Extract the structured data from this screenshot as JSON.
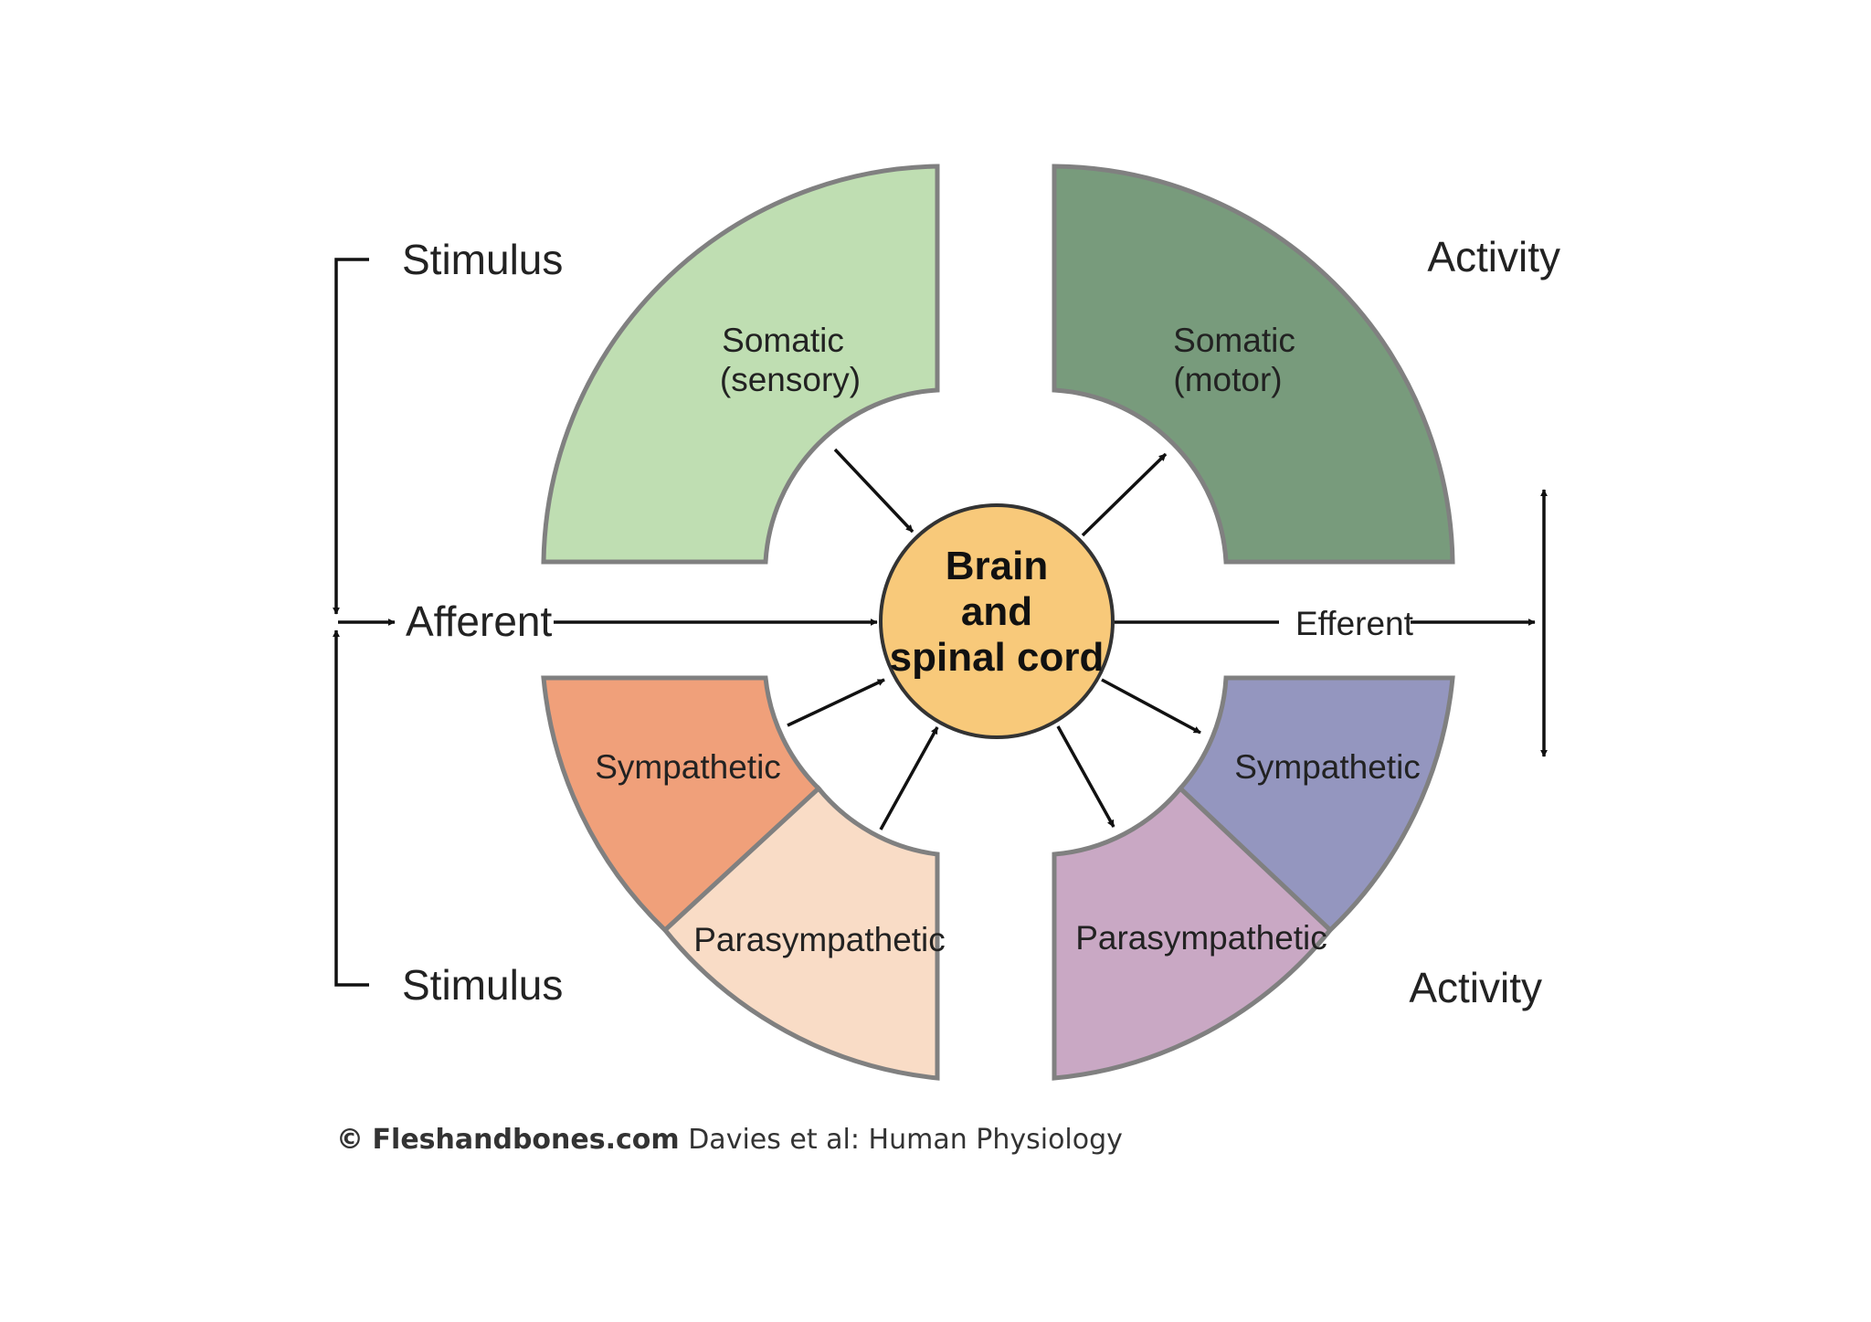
{
  "center": {
    "line1": "Brain",
    "line2": "and",
    "line3": "spinal cord"
  },
  "segments": {
    "afferent_somatic": {
      "line1": "Somatic",
      "line2": "(sensory)"
    },
    "efferent_somatic": {
      "line1": "Somatic",
      "line2": "(motor)"
    },
    "afferent_sympathetic": "Sympathetic",
    "afferent_parasympathetic": "Parasympathetic",
    "efferent_sympathetic": "Sympathetic",
    "efferent_parasympathetic": "Parasympathetic"
  },
  "labels": {
    "stimulus_top": "Stimulus",
    "stimulus_bottom": "Stimulus",
    "activity_top": "Activity",
    "activity_bottom": "Activity",
    "afferent": "Afferent",
    "efferent": "Efferent"
  },
  "credit": {
    "symbol": "©",
    "site": "Fleshandbones.com",
    "source": "Davies et al: Human Physiology"
  },
  "colors": {
    "somatic_sensory": "#bfdeb2",
    "somatic_motor": "#789b7c",
    "sympathetic_afferent": "#f0a07a",
    "parasympathetic_afferent": "#f9dcc6",
    "sympathetic_efferent": "#9496bf",
    "parasympathetic_efferent": "#c9a8c4",
    "center": "#f8c97a",
    "outline": "#808080"
  }
}
